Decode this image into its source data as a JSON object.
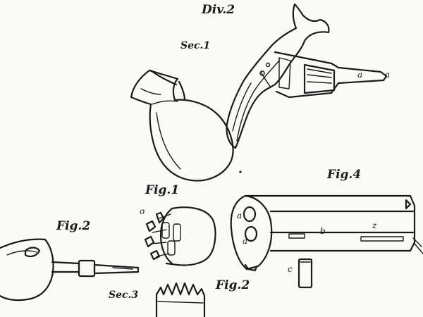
{
  "plate": {
    "division": "Div.2",
    "sections": [
      "Sec.1",
      "Sec.3"
    ],
    "figures": [
      "Fig.1",
      "Fig.2",
      "Fig.4",
      "Fig.2"
    ],
    "letters": {
      "a": "a",
      "b": "b",
      "c": "c",
      "o": "o",
      "z": "z"
    }
  }
}
